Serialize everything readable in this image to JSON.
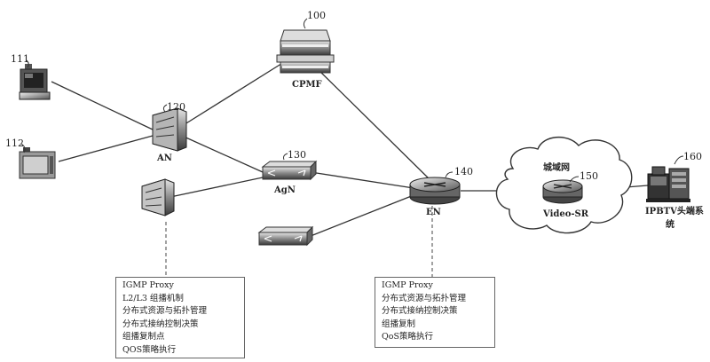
{
  "refs": {
    "cpmf": "100",
    "pc1": "111",
    "pc2": "112",
    "an": "120",
    "agn": "130",
    "en": "140",
    "video_sr": "150",
    "headend": "160"
  },
  "labels": {
    "cpmf": "CPMF",
    "an": "AN",
    "agn": "AgN",
    "en": "EN",
    "metro": "城域网",
    "video_sr": "Video-SR",
    "headend_line1": "IPBTV头端系",
    "headend_line2": "统"
  },
  "boxes": {
    "left": [
      "IGMP Proxy",
      "L2/L3 组播机制",
      "分布式资源与拓扑管理",
      "分布式接纳控制决策",
      "组播复制点",
      "QOS策略执行"
    ],
    "right": [
      "IGMP Proxy",
      "分布式资源与拓扑管理",
      "分布式接纳控制决策",
      "组播复制",
      "QoS策略执行"
    ]
  }
}
